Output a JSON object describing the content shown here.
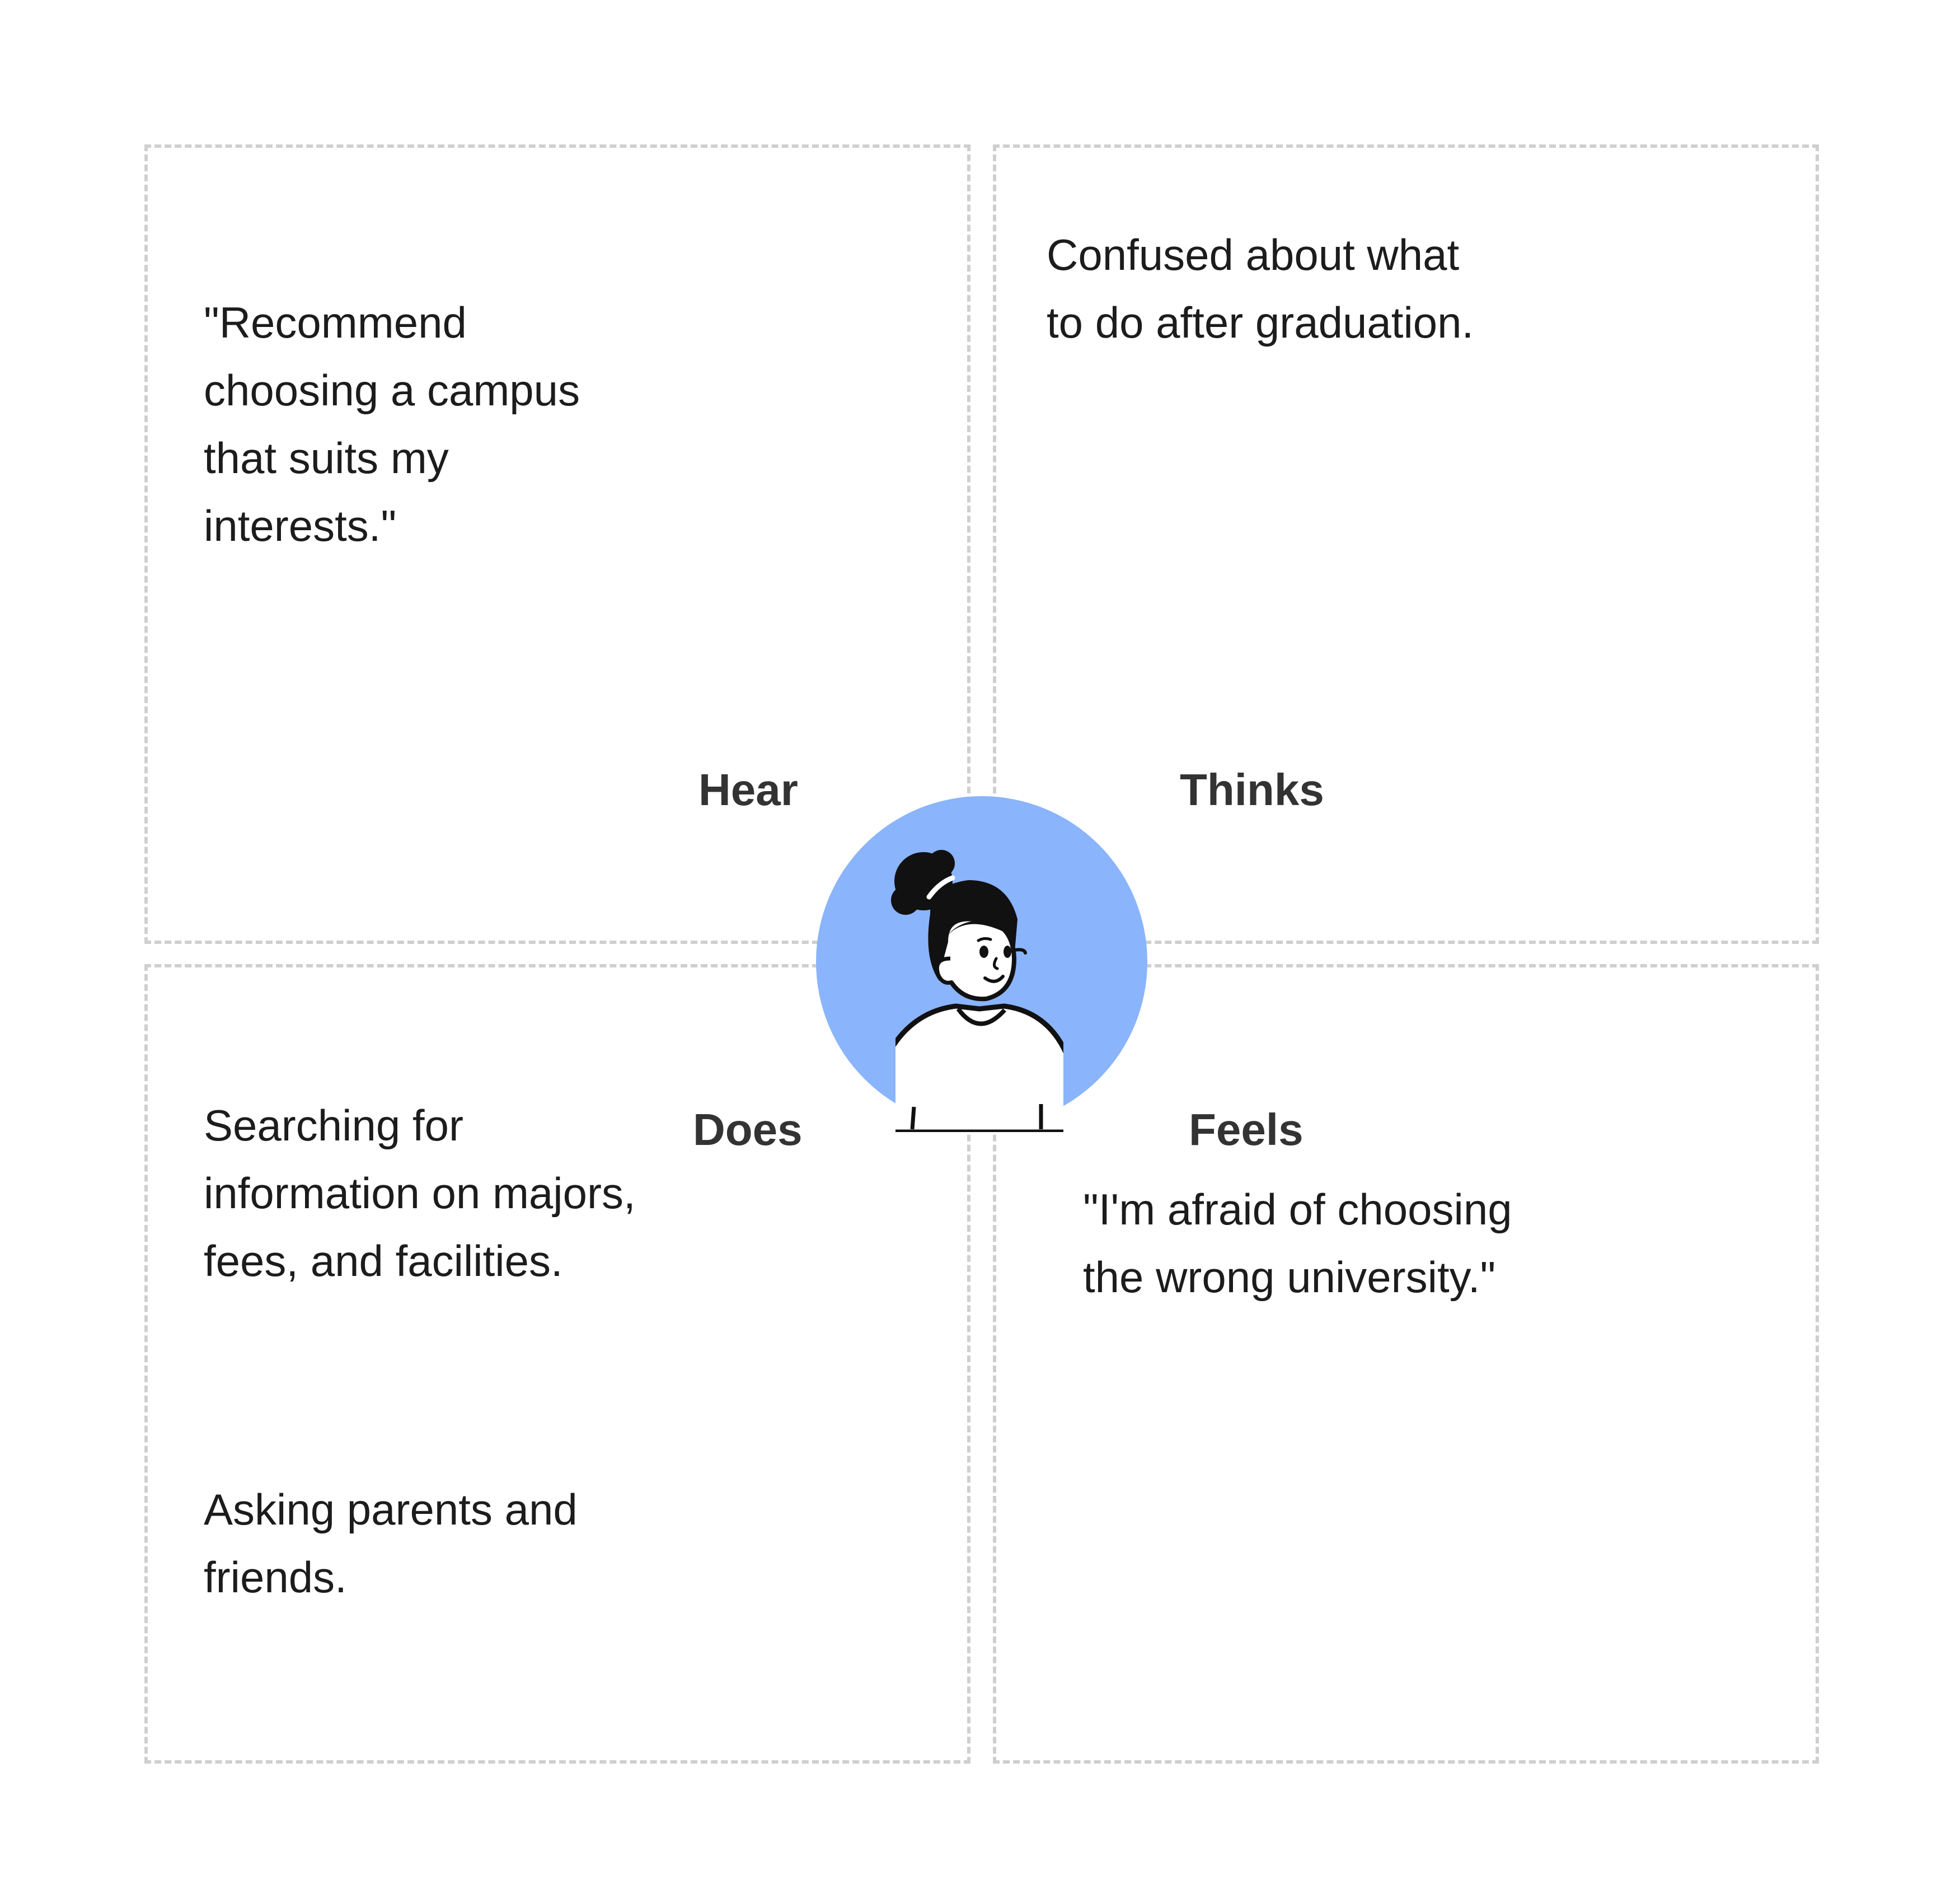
{
  "quadrants": {
    "hear": {
      "label": "Hear",
      "notes": [
        "\"Recommend\nchoosing a campus\nthat suits my\ninterests.\""
      ]
    },
    "thinks": {
      "label": "Thinks",
      "notes": [
        "Confused about what\nto do after graduation."
      ]
    },
    "does": {
      "label": "Does",
      "notes": [
        "Searching for\ninformation on majors,\nfees, and facilities.",
        "Asking parents and\nfriends."
      ]
    },
    "feels": {
      "label": "Feels",
      "notes": [
        "\"I'm afraid of choosing\nthe wrong university.\""
      ]
    }
  },
  "colors": {
    "avatar_background": "#8ab4fb",
    "border": "#cfcfcf",
    "text": "#1c1c1c",
    "label": "#333333"
  },
  "avatar": {
    "icon": "person-illustration-icon"
  }
}
